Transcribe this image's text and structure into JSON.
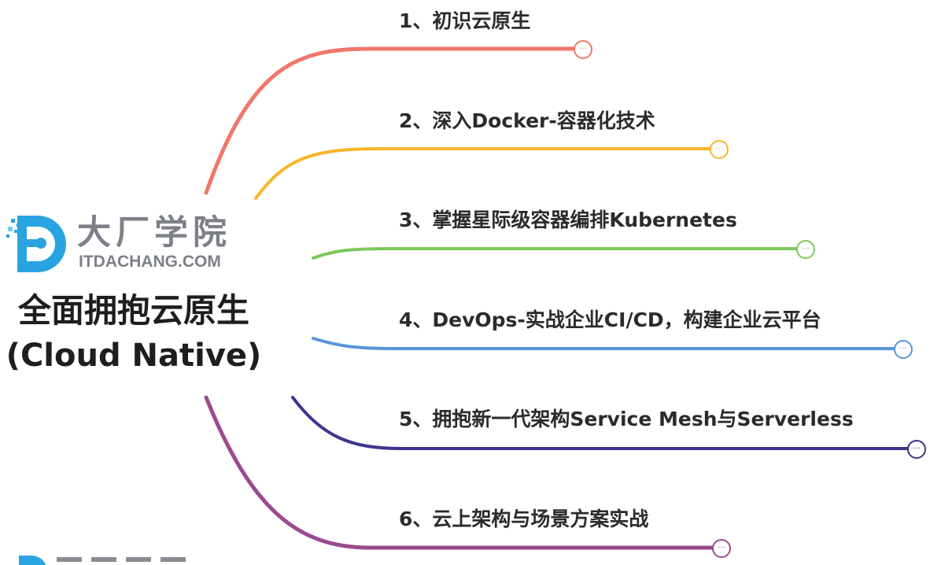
{
  "root": {
    "title_line1": "全面拥抱云原生",
    "title_line2": "(Cloud Native)"
  },
  "logo": {
    "chinese": "大厂学院",
    "domain": "ITDACHANG.COM",
    "mark_color": "#29a4e0",
    "text_color": "#7d8088"
  },
  "branches": [
    {
      "label": "1、初识云原生",
      "color": "#f0776a"
    },
    {
      "label": "2、深入Docker-容器化技术",
      "color": "#f8b529"
    },
    {
      "label": "3、掌握星际级容器编排Kubernetes",
      "color": "#7cc85a"
    },
    {
      "label": "4、DevOps-实战企业CI/CD，构建企业云平台",
      "color": "#5a94d8"
    },
    {
      "label": "5、拥抱新一代架构Service Mesh与Serverless",
      "color": "#3d3590"
    },
    {
      "label": "6、云上架构与场景方案实战",
      "color": "#9a4a8e"
    }
  ],
  "collapse_indicator": "···"
}
